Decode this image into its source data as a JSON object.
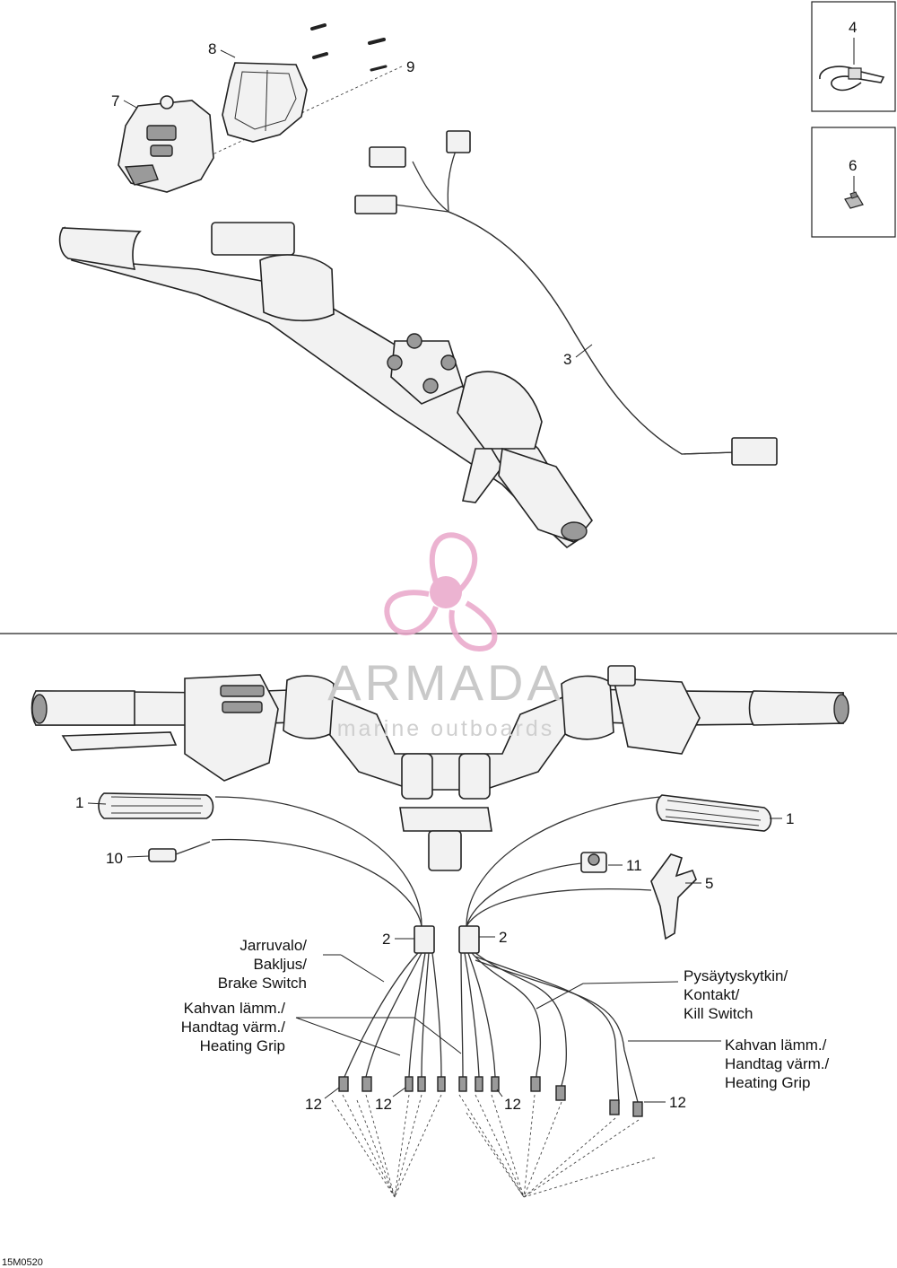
{
  "callouts": {
    "c1a": "1",
    "c1b": "1",
    "c2a": "2",
    "c2b": "2",
    "c3": "3",
    "c4": "4",
    "c5": "5",
    "c6": "6",
    "c7": "7",
    "c8": "8",
    "c9": "9",
    "c10": "10",
    "c11": "11",
    "c12a": "12",
    "c12b": "12",
    "c12c": "12",
    "c12d": "12"
  },
  "wire_labels": {
    "brake_switch": [
      "Jarruvalo/",
      "Bakljus/",
      "Brake Switch"
    ],
    "heating_grip_left": [
      "Kahvan lämm./",
      "Handtag värm./",
      "Heating Grip"
    ],
    "kill_switch": [
      "Pysäytyskytkin/",
      "Kontakt/",
      "Kill Switch"
    ],
    "heating_grip_right": [
      "Kahvan lämm./",
      "Handtag värm./",
      "Heating Grip"
    ]
  },
  "watermark": {
    "title": "ARMADA",
    "subtitle": "marine outboards",
    "accent_color": "#e9a6c9"
  },
  "drawing_code": "15M0520",
  "colors": {
    "line": "#222222",
    "background": "#ffffff"
  }
}
